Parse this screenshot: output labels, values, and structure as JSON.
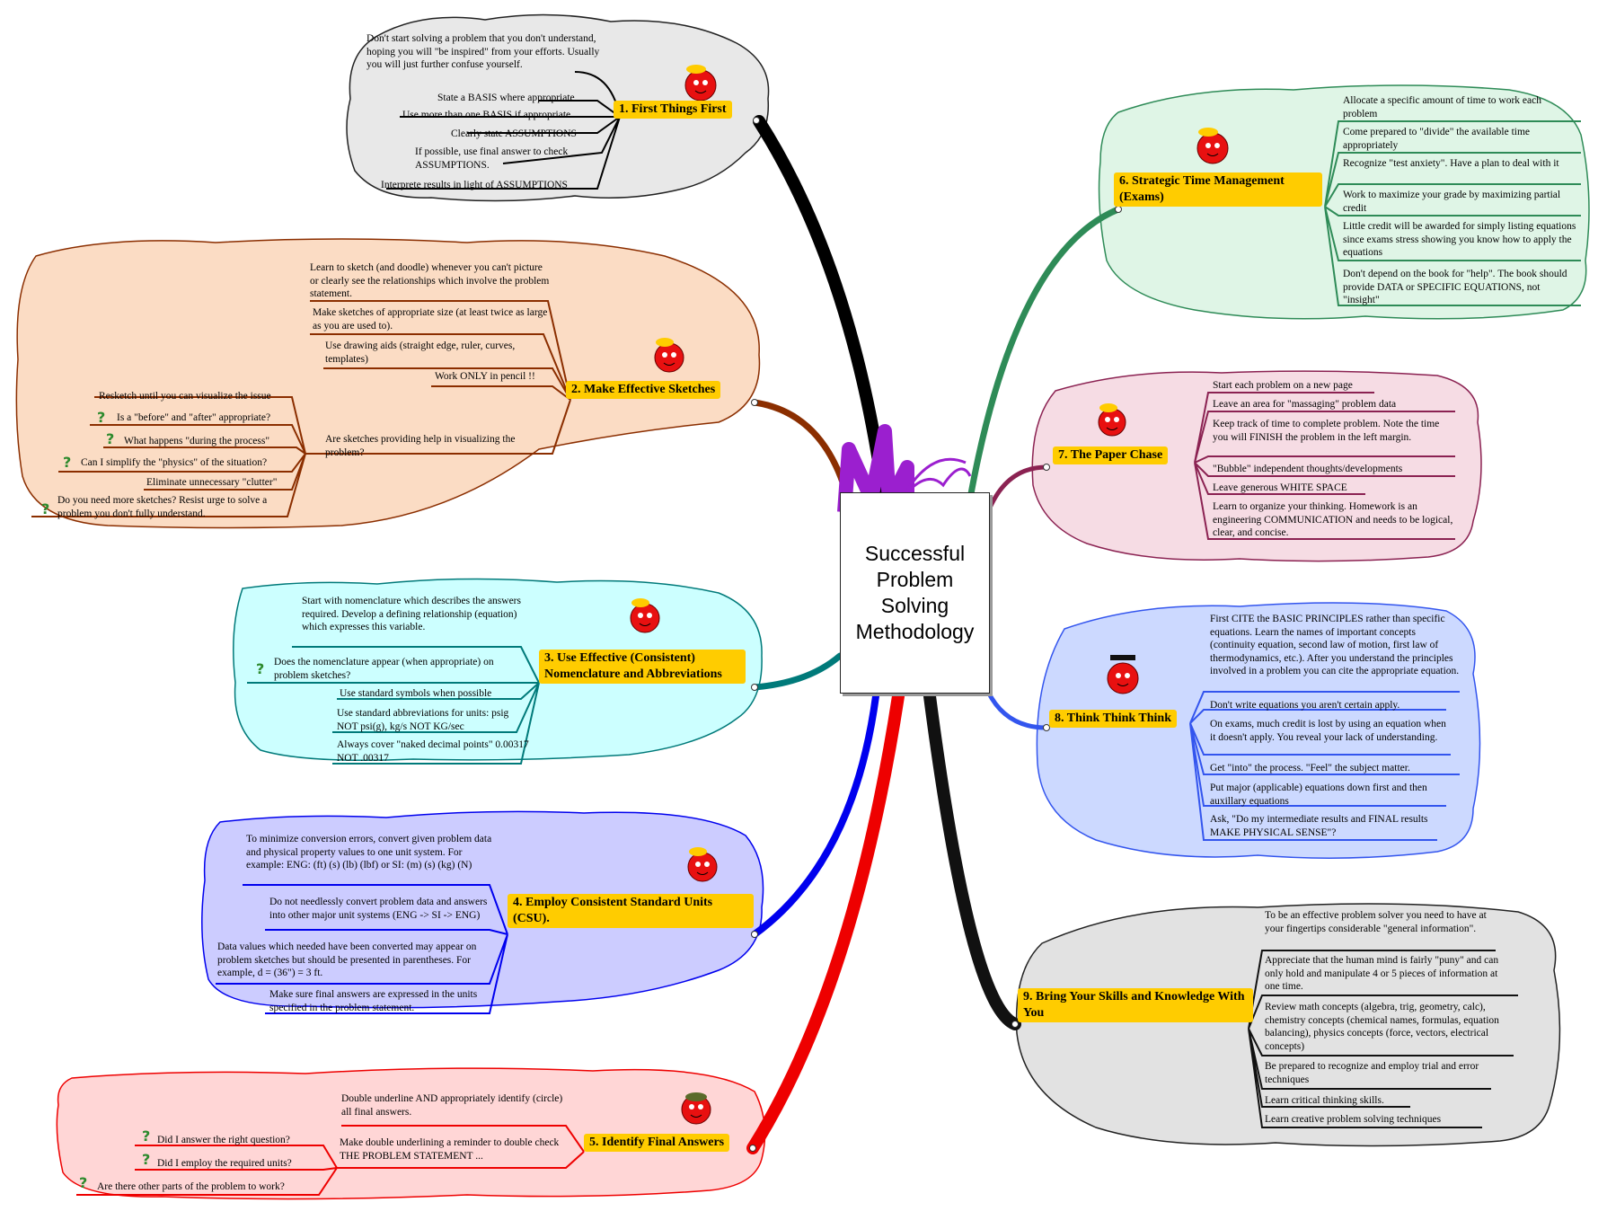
{
  "center_title": "Successful\nProblem\nSolving\nMethodology",
  "colors": {
    "label_bg": "#ffcc00",
    "b1": "#000000",
    "b2": "#8b2e00",
    "b3": "#007a7a",
    "b4": "#0000ee",
    "b5": "#ee0000",
    "b6": "#2e8b57",
    "b7": "#8b2252",
    "b8": "#3355ee",
    "b9": "#111111"
  },
  "branches": [
    {
      "id": "b1",
      "label": "1.  First Things First",
      "color": "#000000",
      "bubble": "#e8e8e8",
      "bubble_edge": "#222222",
      "items": [
        "Don't start solving a problem that you don't understand, hoping you will \"be inspired\" from your efforts.  Usually you will just further confuse yourself.",
        "State a BASIS where appropriate",
        "Use more than one BASIS if appropriate",
        "Clearly state ASSUMPTIONS",
        "If possible, use final answer to check ASSUMPTIONS.",
        "Interprete results in light of ASSUMPTIONS"
      ]
    },
    {
      "id": "b2",
      "label": "2. Make Effective Sketches",
      "color": "#8b2e00",
      "bubble": "#fbdcc4",
      "bubble_edge": "#8b2e00",
      "items": [
        "Learn to sketch (and doodle) whenever you can't picture or clearly see the relationships which involve the problem statement.",
        "Make sketches of appropriate size (at least twice as large as you are used to).",
        "Use drawing aids (straight edge, ruler, curves, templates)",
        "Work ONLY in pencil !!",
        "Are sketches providing help in visualizing the problem?"
      ],
      "sub": [
        "Resketch until you can visualize the issue",
        "Is a \"before\" and \"after\" appropriate?",
        "What happens \"during the process\"",
        "Can I simplify the \"physics\" of the situation?",
        "Eliminate unnecessary \"clutter\"",
        "Do you need more sketches? Resist urge to solve a problem you don't fully understand."
      ]
    },
    {
      "id": "b3",
      "label": "3. Use Effective (Consistent) Nomenclature and Abbreviations",
      "color": "#007a7a",
      "bubble": "#ccffff",
      "bubble_edge": "#007a7a",
      "items": [
        "Start with nomenclature which describes the answers required.  Develop a defining relationship (equation) which expresses this variable.",
        "Does the nomenclature appear (when appropriate) on problem sketches?",
        "Use standard symbols when possible",
        "Use standard abbreviations for units: psig NOT psi(g), kg/s NOT KG/sec",
        "Always cover \"naked decimal points\" 0.00317 NOT .00317"
      ]
    },
    {
      "id": "b4",
      "label": "4.  Employ Consistent Standard Units (CSU).",
      "color": "#0000ee",
      "bubble": "#ccccff",
      "bubble_edge": "#0000ee",
      "items": [
        "To minimize conversion errors, convert given problem data and physical property values to one unit system.  For example:  ENG: (ft) (s) (lb) (lbf)  or  SI: (m) (s) (kg) (N)",
        "Do not needlessly convert problem data and answers into other major unit systems (ENG -> SI -> ENG)",
        "Data values which needed have been converted may appear on problem sketches but should be presented in parentheses.  For example,  d = (36\") = 3 ft.",
        "Make sure final answers are expressed in the units specified in the problem statement."
      ]
    },
    {
      "id": "b5",
      "label": "5. Identify Final Answers",
      "color": "#ee0000",
      "bubble": "#ffd6d6",
      "bubble_edge": "#ee0000",
      "items": [
        "Double underline AND appropriately identify (circle) all final answers.",
        "Make double underlining a reminder to double check THE PROBLEM STATEMENT ..."
      ],
      "sub": [
        "Did I answer the right question?",
        "Did I employ the required units?",
        "Are there other parts of the problem to work?"
      ]
    },
    {
      "id": "b6",
      "label": "6. Strategic Time Management (Exams)",
      "color": "#2e8b57",
      "bubble": "#dff5e6",
      "bubble_edge": "#2e8b57",
      "items": [
        "Allocate a specific amount of time to work each problem",
        "Come prepared to \"divide\" the available time appropriately",
        "Recognize \"test anxiety\".  Have a plan to deal with it",
        "Work to maximize your grade by maximizing partial credit",
        "Little credit will be awarded for simply listing equations since exams stress showing you know how to apply the equations",
        "Don't depend on the book for \"help\".  The book should provide DATA or SPECIFIC EQUATIONS, not \"insight\""
      ]
    },
    {
      "id": "b7",
      "label": "7.  The Paper Chase",
      "color": "#8b2252",
      "bubble": "#f6dce4",
      "bubble_edge": "#8b2252",
      "items": [
        "Start each problem on a new page",
        "Leave an area for \"massaging\" problem data",
        "Keep track of time to complete problem.  Note the time you will FINISH the problem in the left margin.",
        "\"Bubble\" independent thoughts/developments",
        "Leave generous WHITE SPACE",
        "Learn to organize your thinking.  Homework is an engineering COMMUNICATION and needs to be logical, clear, and concise."
      ]
    },
    {
      "id": "b8",
      "label": "8.  Think Think Think",
      "color": "#3355ee",
      "bubble": "#ccd9ff",
      "bubble_edge": "#3355ee",
      "items": [
        "First CITE the BASIC PRINCIPLES rather than specific equations. Learn the names of important concepts (continuity equation, second law of motion, first law of thermodynamics, etc.).  After you understand the principles involved in a problem you can cite the appropriate equation.",
        "Don't write equations you aren't certain apply.",
        "On exams, much credit is lost by using an equation when it doesn't apply.  You reveal your lack of understanding.",
        "Get \"into\" the process.  \"Feel\" the subject matter.",
        "Put major (applicable) equations down first and then auxillary equations",
        "Ask, \"Do my intermediate results and FINAL results MAKE PHYSICAL SENSE\"?"
      ]
    },
    {
      "id": "b9",
      "label": "9. Bring Your Skills and Knowledge With You",
      "color": "#111111",
      "bubble": "#e2e2e2",
      "bubble_edge": "#222222",
      "items": [
        "To be an effective problem solver you need to have at your fingertips considerable \"general information\".",
        "Appreciate that the human mind is fairly \"puny\" and can only hold and manipulate 4 or 5 pieces of information at one time.",
        "Review math concepts (algebra, trig, geometry, calc), chemistry concepts (chemical names, formulas, equation balancing), physics concepts (force, vectors, electrical concepts)",
        "Be prepared to recognize and employ trial and error techniques",
        "Learn critical thinking skills.",
        "Learn creative problem solving techniques"
      ]
    }
  ]
}
